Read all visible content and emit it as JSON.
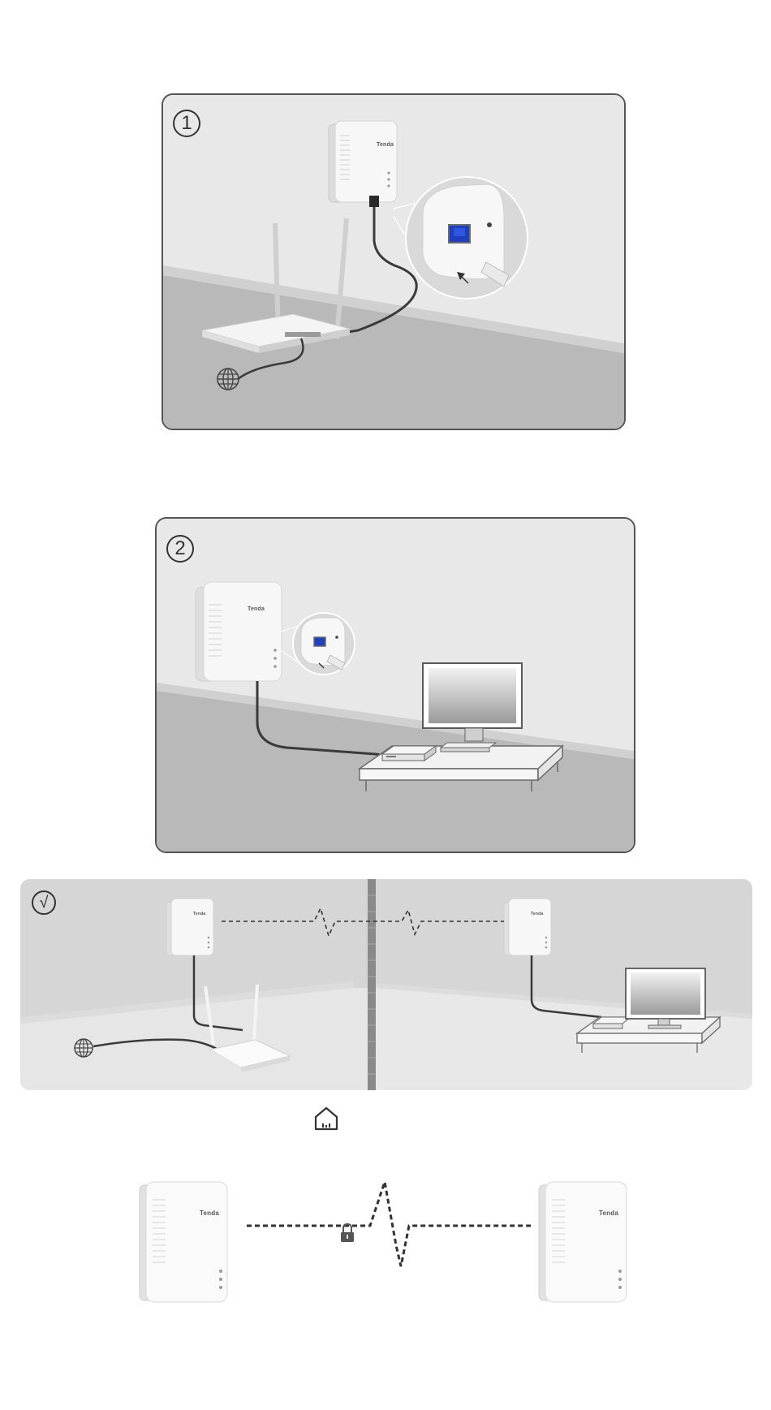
{
  "steps": [
    {
      "badge": "1"
    },
    {
      "badge": "2"
    },
    {
      "badge": "√"
    }
  ],
  "device": {
    "brand": "Tenda"
  },
  "icons": {
    "globe": "globe-icon",
    "home": "home-icon",
    "lock": "lock-icon",
    "signal": "powerline-signal-icon",
    "ethernet_port": "ethernet-port-icon"
  },
  "colors": {
    "panel_border": "#555555",
    "wall": "#e6e6e6",
    "floor": "#b8b8b8",
    "cable": "#3a3a3a",
    "port_blue": "#1f3fbf"
  }
}
